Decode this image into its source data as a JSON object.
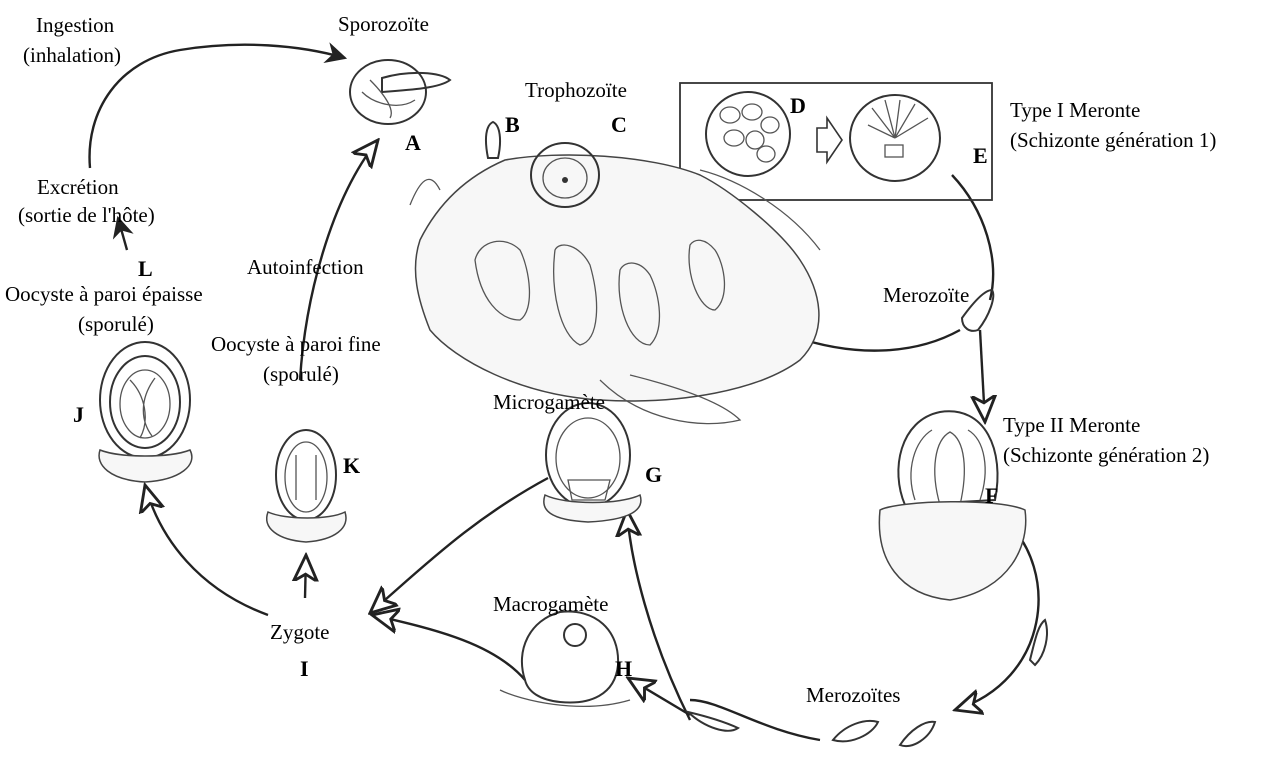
{
  "labels": {
    "ingestion": "Ingestion",
    "inhalation": "(inhalation)",
    "sporozoite": "Sporozoïte",
    "trophozoite": "Trophozoïte",
    "type1_title": "Type I Meronte",
    "type1_sub": "(Schizonte génération 1)",
    "excretion": "Excrétion",
    "sortie": "(sortie de l'hôte)",
    "autoinfection": "Autoinfection",
    "oocyste_epaisse": "Oocyste à paroi épaisse",
    "sporule_j": "(sporulé)",
    "oocyste_fine": "Oocyste à paroi fine",
    "sporule_k": "(sporulé)",
    "merozoite": "Merozoïte",
    "microgamete": "Microgamète",
    "type2_title": "Type II Meronte",
    "type2_sub": "(Schizonte génération 2)",
    "macrogamete": "Macrogamète",
    "zygote": "Zygote",
    "merozoites": "Merozoïtes"
  },
  "letters": {
    "A": "A",
    "B": "B",
    "C": "C",
    "D": "D",
    "E": "E",
    "F": "F",
    "G": "G",
    "H": "H",
    "I": "I",
    "J": "J",
    "K": "K",
    "L": "L"
  }
}
